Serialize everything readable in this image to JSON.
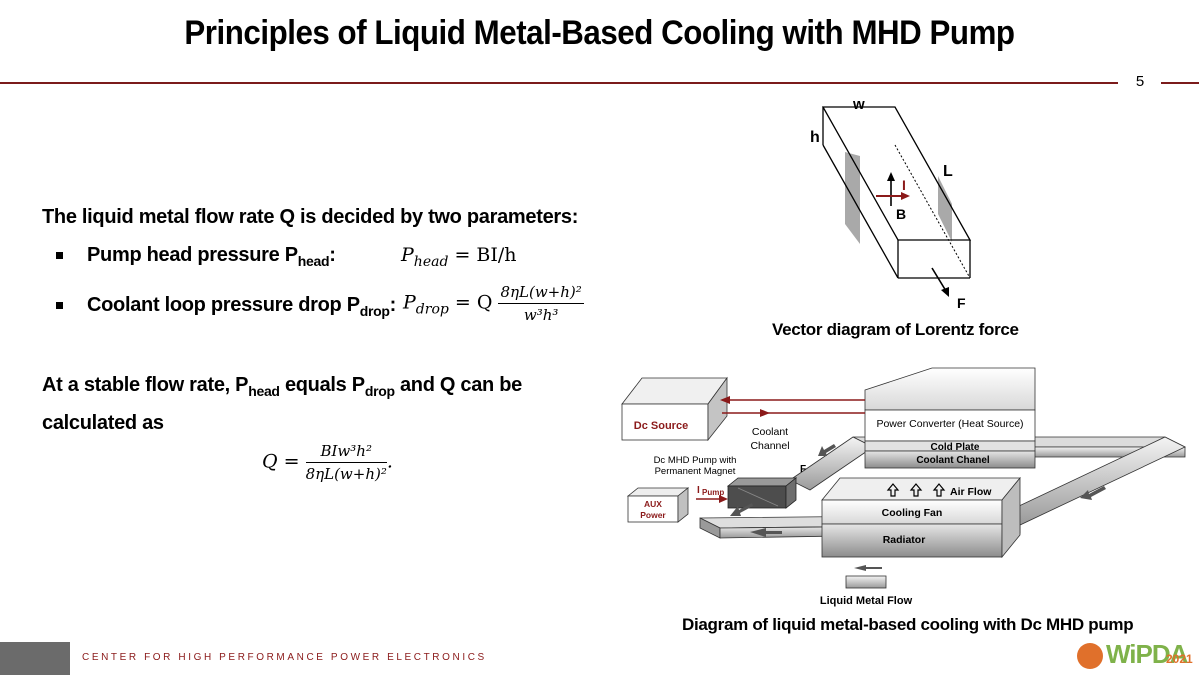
{
  "title": "Principles of Liquid Metal-Based Cooling with MHD Pump",
  "page_number": "5",
  "intro": "The liquid metal flow rate Q is decided by two parameters:",
  "bullets": [
    {
      "label": "Pump head pressure P",
      "sub": "head",
      "suffix": ":"
    },
    {
      "label": "Coolant loop pressure drop P",
      "sub": "drop",
      "suffix": ":"
    }
  ],
  "equations": {
    "phead": {
      "lhs": "P",
      "lhs_sub": "head",
      "rhs": "= BI/h"
    },
    "pdrop": {
      "lhs": "P",
      "lhs_sub": "drop",
      "rhs": "= Q",
      "num": "8ηL(w+h)²",
      "den": "w³h³"
    },
    "q": {
      "lhs": "Q =",
      "num": "BIw³h²",
      "den": "8ηL(w+h)²",
      "tail": "."
    }
  },
  "stable": {
    "line1_a": "At a stable flow rate, P",
    "line1_sub1": "head",
    "line1_b": " equals P",
    "line1_sub2": "drop",
    "line1_c": " and Q can be",
    "line2": "calculated as"
  },
  "vector_diagram": {
    "caption": "Vector diagram of Lorentz force",
    "labels": {
      "w": "w",
      "h": "h",
      "L": "L",
      "I": "I",
      "B": "B",
      "F": "F"
    }
  },
  "cooling_diagram": {
    "caption": "Diagram of liquid metal-based cooling with Dc MHD pump",
    "labels": {
      "dc_source": "Dc Source",
      "coolant_channel_1": "Coolant",
      "coolant_channel_2": "Channel",
      "pump_1": "Dc MHD Pump with",
      "pump_2": "Permanent Magnet",
      "f": "F",
      "ipump": "I",
      "ipump_sub": "Pump",
      "aux_1": "AUX",
      "aux_2": "Power",
      "power_converter": "Power Converter (Heat Source)",
      "cold_plate": "Cold Plate",
      "coolant_chanel": "Coolant Chanel",
      "air_flow": "Air Flow",
      "cooling_fan": "Cooling Fan",
      "radiator": "Radiator",
      "liquid_metal_flow": "Liquid Metal Flow"
    }
  },
  "footer": {
    "org": "CENTER FOR HIGH PERFORMANCE POWER ELECTRONICS"
  },
  "logo": {
    "name": "WiPDA",
    "year": "2021"
  },
  "colors": {
    "accent": "#7b1b1b",
    "logo_orange": "#e0702b",
    "logo_green": "#7fb24a"
  }
}
